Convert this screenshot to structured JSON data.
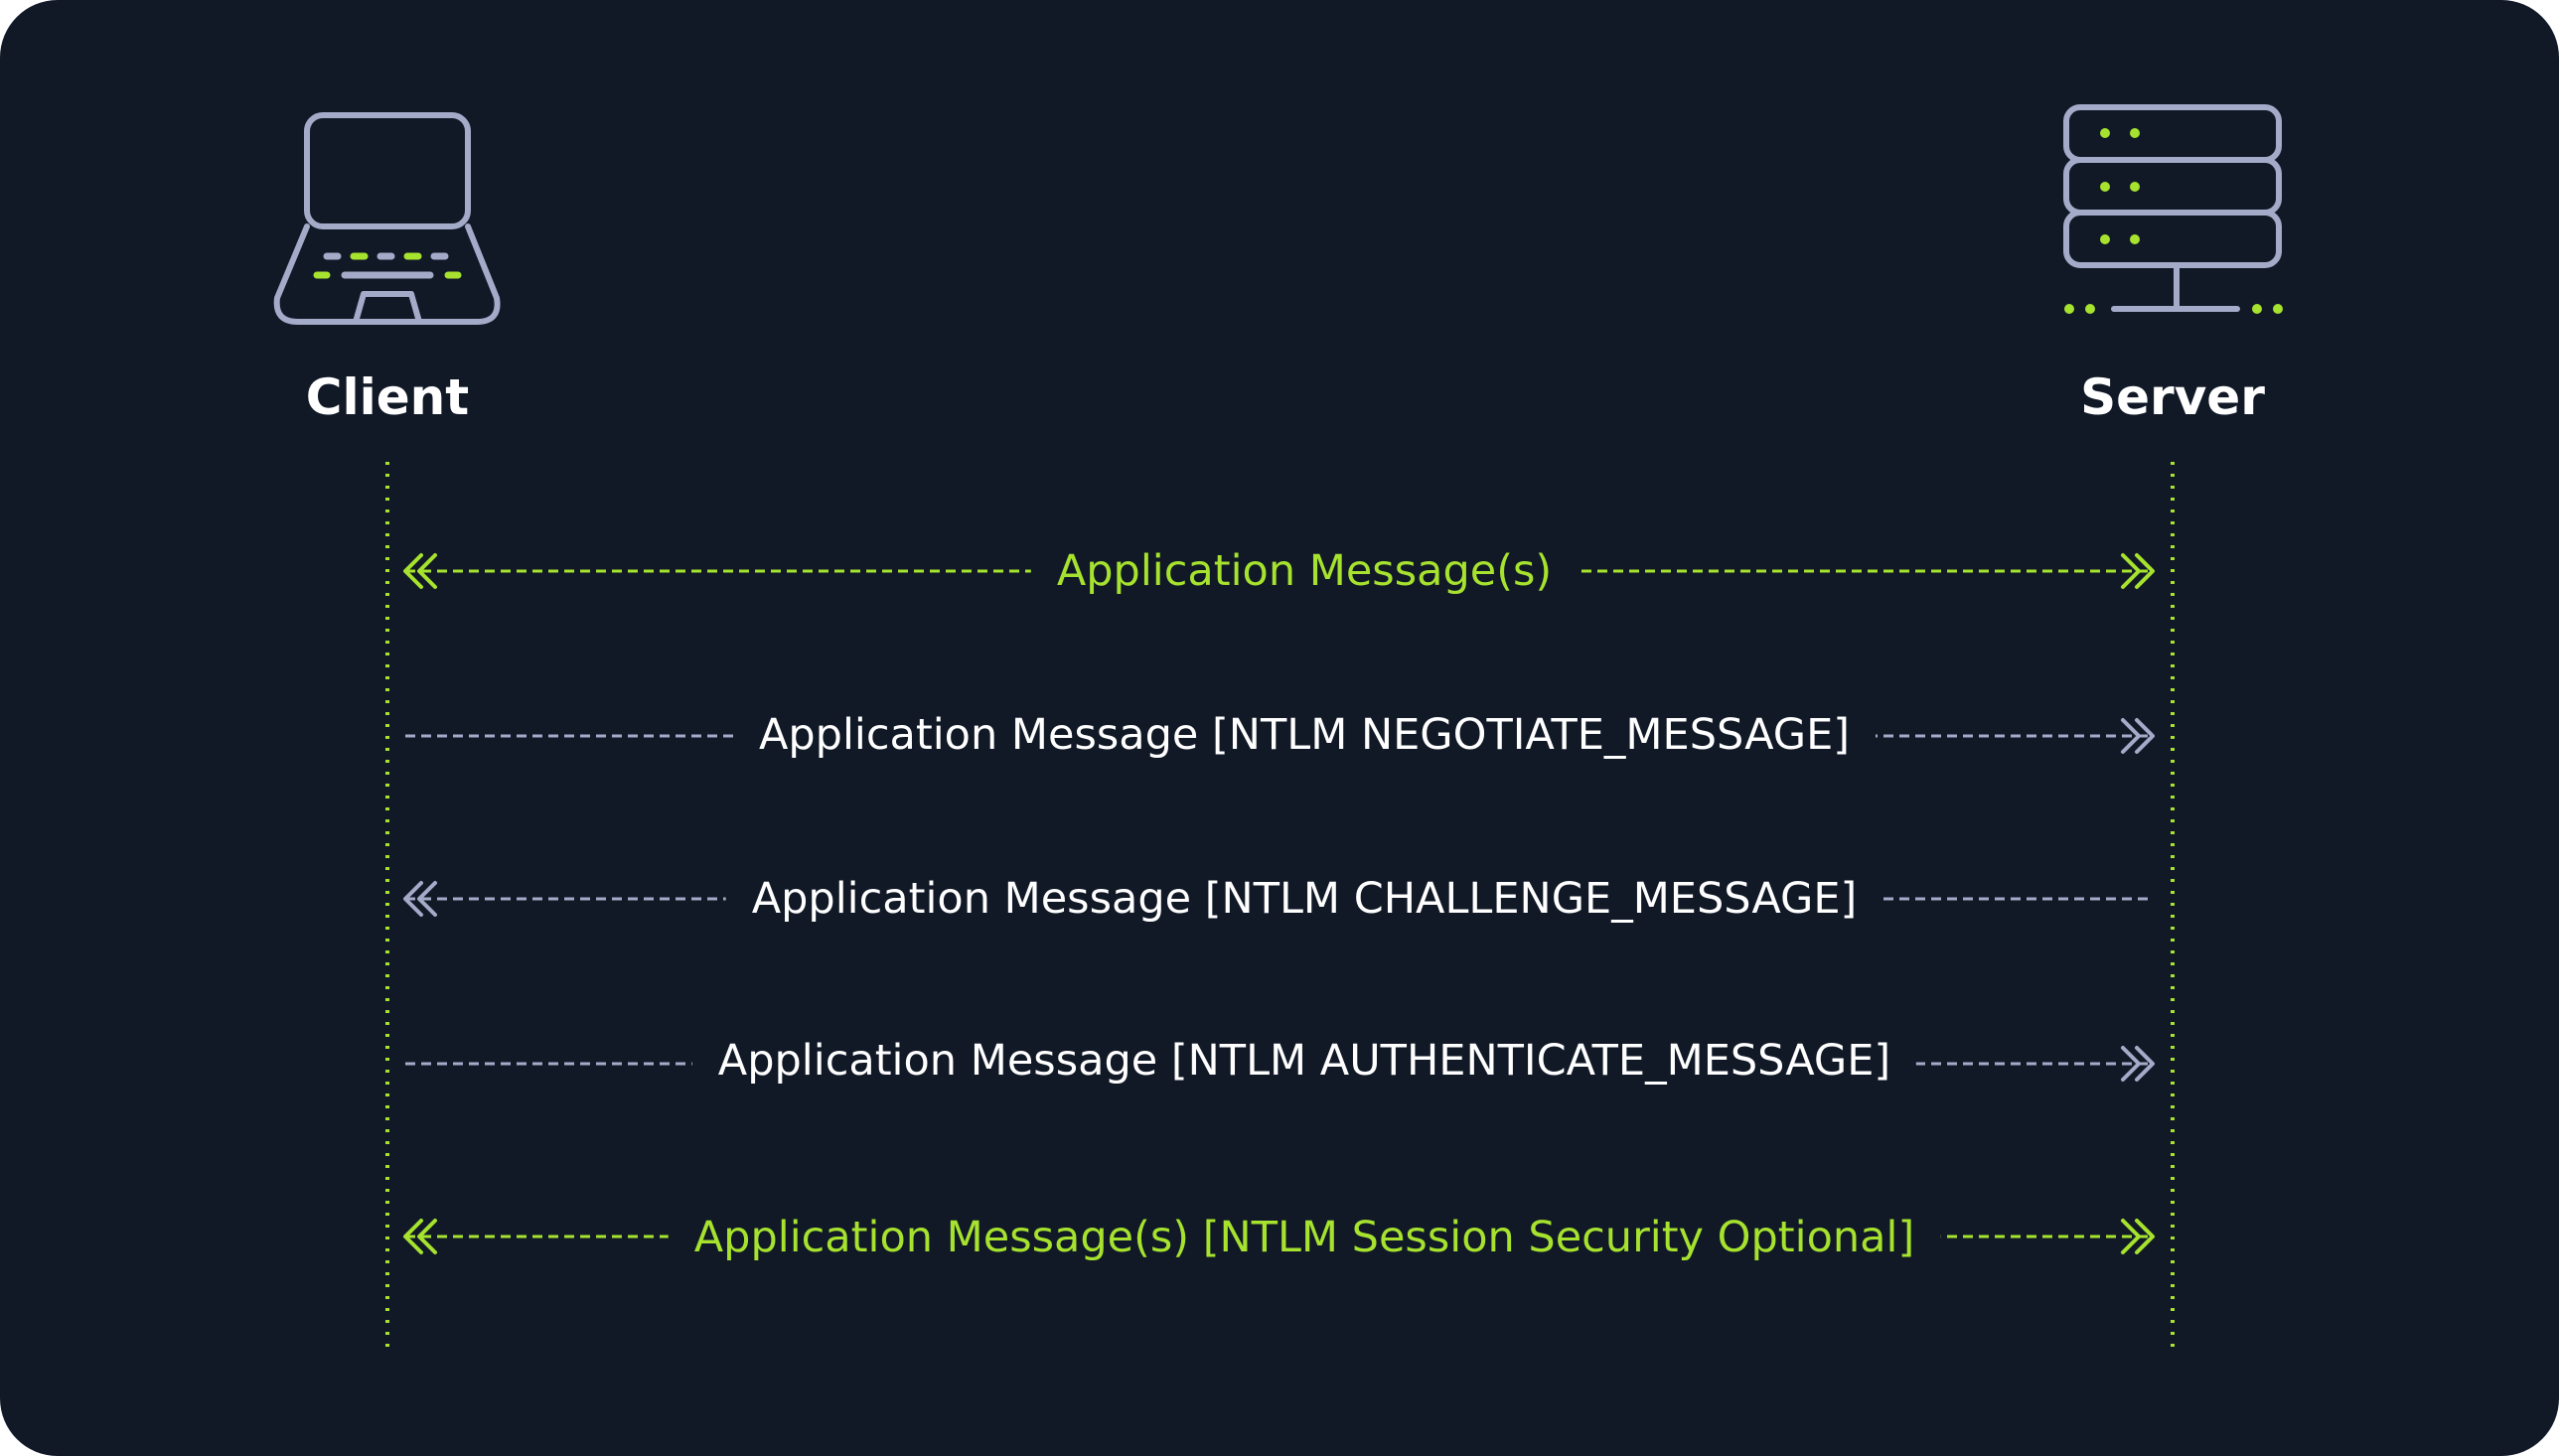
{
  "colors": {
    "background": "#111927",
    "accent_green": "#a6e22e",
    "line_gray": "#a3abc8",
    "text_white": "#ffffff"
  },
  "actors": {
    "client": {
      "label": "Client",
      "icon": "laptop-icon"
    },
    "server": {
      "label": "Server",
      "icon": "server-icon"
    }
  },
  "messages": [
    {
      "label": "Application Message(s)",
      "direction": "both",
      "color": "green"
    },
    {
      "label": "Application Message [NTLM NEGOTIATE_MESSAGE]",
      "direction": "client-to-server",
      "color": "white"
    },
    {
      "label": "Application Message [NTLM CHALLENGE_MESSAGE]",
      "direction": "server-to-client",
      "color": "white"
    },
    {
      "label": "Application Message [NTLM AUTHENTICATE_MESSAGE]",
      "direction": "client-to-server",
      "color": "white"
    },
    {
      "label": "Application Message(s) [NTLM Session Security Optional]",
      "direction": "both",
      "color": "green"
    }
  ]
}
